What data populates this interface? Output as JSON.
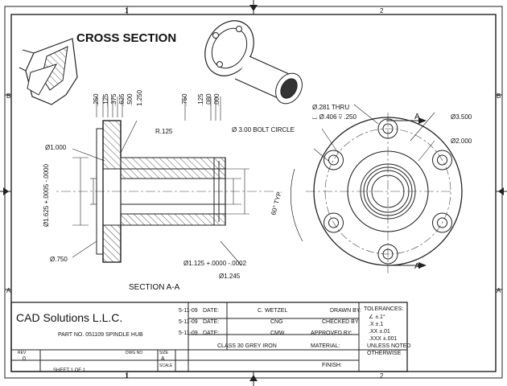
{
  "drawing": {
    "title": "CROSS SECTION",
    "section_label": "SECTION A-A",
    "section_marker": "A"
  },
  "zones": {
    "top": [
      "1",
      "2"
    ],
    "side": [
      "B",
      "A"
    ]
  },
  "section_dims": {
    "steps": [
      ".250",
      ".125",
      ".375",
      ".625",
      ".500",
      "1.250"
    ],
    "right": [
      ".750",
      ".125",
      ".080",
      ".000"
    ],
    "radius": "R.125",
    "dia_1000": "Ø1.000",
    "dia_1625": "Ø1.625 +.0005 -.0000",
    "dia_750": "Ø.750",
    "dia_1125": "Ø1.125 +.0000 -.0002",
    "dia_1245": "Ø1.245"
  },
  "front_dims": {
    "thru": "Ø.281 THRU",
    "cbore": "⌴ Ø.406 ⊽ .250",
    "bolt_circle": "Ø 3.00  BOLT CIRCLE",
    "dia_3500": "Ø3.500",
    "dia_2000": "Ø2.000",
    "angle": "60° TYP."
  },
  "title_block": {
    "company": "CAD Solutions L.L.C.",
    "part_no": "PART NO. 051109 SPINDLE HUB",
    "date_label": "DATE:",
    "date_value": "5-11-09",
    "drawn_label": "DRAWN BY:",
    "drawn_value": "C. WETZEL",
    "checked_label": "CHECKED BY:",
    "checked_value": "CNG",
    "approved_label": "APPROVED BY:",
    "approved_value": "CMW",
    "material_label": "MATERIAL:",
    "material_value": "CLASS 30 GREY IRON",
    "finish_label": "FINISH:",
    "tolerances_title": "TOLERANCES:",
    "tol_angle": "∠  ±.1°",
    "tol_x": ".X   ±.1",
    "tol_xx": ".XX  ±.01",
    "tol_xxx": ".XXX ±.001",
    "unless_1": "UNLESS NOTED",
    "unless_2": "OTHERWISE",
    "size_label": "SIZE",
    "size_value": "A",
    "dwg_label": "DWG NO",
    "rev_label": "REV",
    "rev_value": "0",
    "scale_label": "SCALE",
    "sheet_label": "SHEET 1  OF 1"
  }
}
